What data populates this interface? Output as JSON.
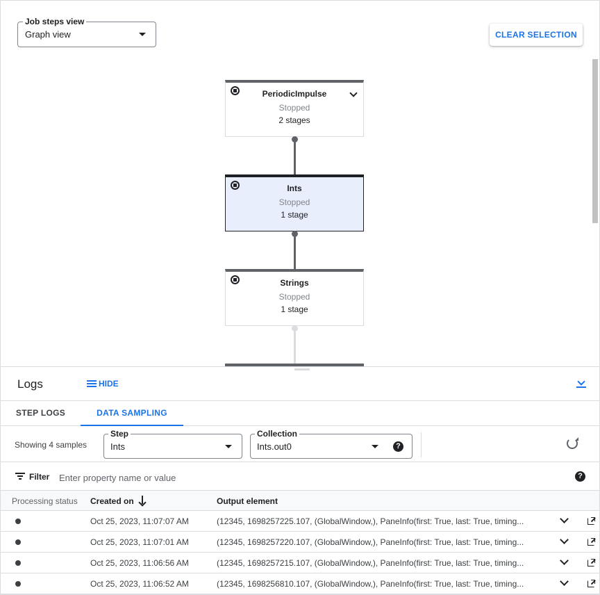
{
  "graph": {
    "view_select": {
      "label": "Job steps view",
      "value": "Graph view"
    },
    "clear_selection": "CLEAR SELECTION",
    "nodes": [
      {
        "title": "PeriodicImpulse",
        "status": "Stopped",
        "stages": "2 stages",
        "selected": false
      },
      {
        "title": "Ints",
        "status": "Stopped",
        "stages": "1 stage",
        "selected": true
      },
      {
        "title": "Strings",
        "status": "Stopped",
        "stages": "1 stage",
        "selected": false
      }
    ]
  },
  "logs": {
    "title": "Logs",
    "hide_label": "HIDE",
    "tabs": [
      {
        "label": "STEP LOGS",
        "active": false
      },
      {
        "label": "DATA SAMPLING",
        "active": true
      }
    ],
    "showing_text": "Showing 4 samples",
    "step_field": {
      "label": "Step",
      "value": "Ints"
    },
    "collection_field": {
      "label": "Collection",
      "value": "Ints.out0"
    },
    "filter": {
      "label": "Filter",
      "placeholder": "Enter property name or value"
    },
    "columns": [
      "Processing status",
      "Created on",
      "Output element"
    ],
    "rows": [
      {
        "created_on": "Oct 25, 2023, 11:07:07 AM",
        "output": "(12345, 1698257225.107, (GlobalWindow,), PaneInfo(first: True, last: True, timing..."
      },
      {
        "created_on": "Oct 25, 2023, 11:07:01 AM",
        "output": "(12345, 1698257220.107, (GlobalWindow,), PaneInfo(first: True, last: True, timing..."
      },
      {
        "created_on": "Oct 25, 2023, 11:06:56 AM",
        "output": "(12345, 1698257215.107, (GlobalWindow,), PaneInfo(first: True, last: True, timing..."
      },
      {
        "created_on": "Oct 25, 2023, 11:06:52 AM",
        "output": "(12345, 1698256810.107, (GlobalWindow,), PaneInfo(first: True, last: True, timing..."
      }
    ]
  },
  "icons": {
    "stop": "stop-circle-icon",
    "expand": "chevron-down-icon",
    "menu": "menu-icon",
    "collapse": "collapse-panel-icon",
    "help": "help-icon",
    "refresh": "refresh-icon",
    "filter": "filter-icon",
    "sort": "arrow-down-icon",
    "open": "open-in-new-icon"
  },
  "colors": {
    "accent": "#1a73e8",
    "selected_node_bg": "#e8eefb",
    "text": "#202124",
    "divider": "#dadce0"
  }
}
